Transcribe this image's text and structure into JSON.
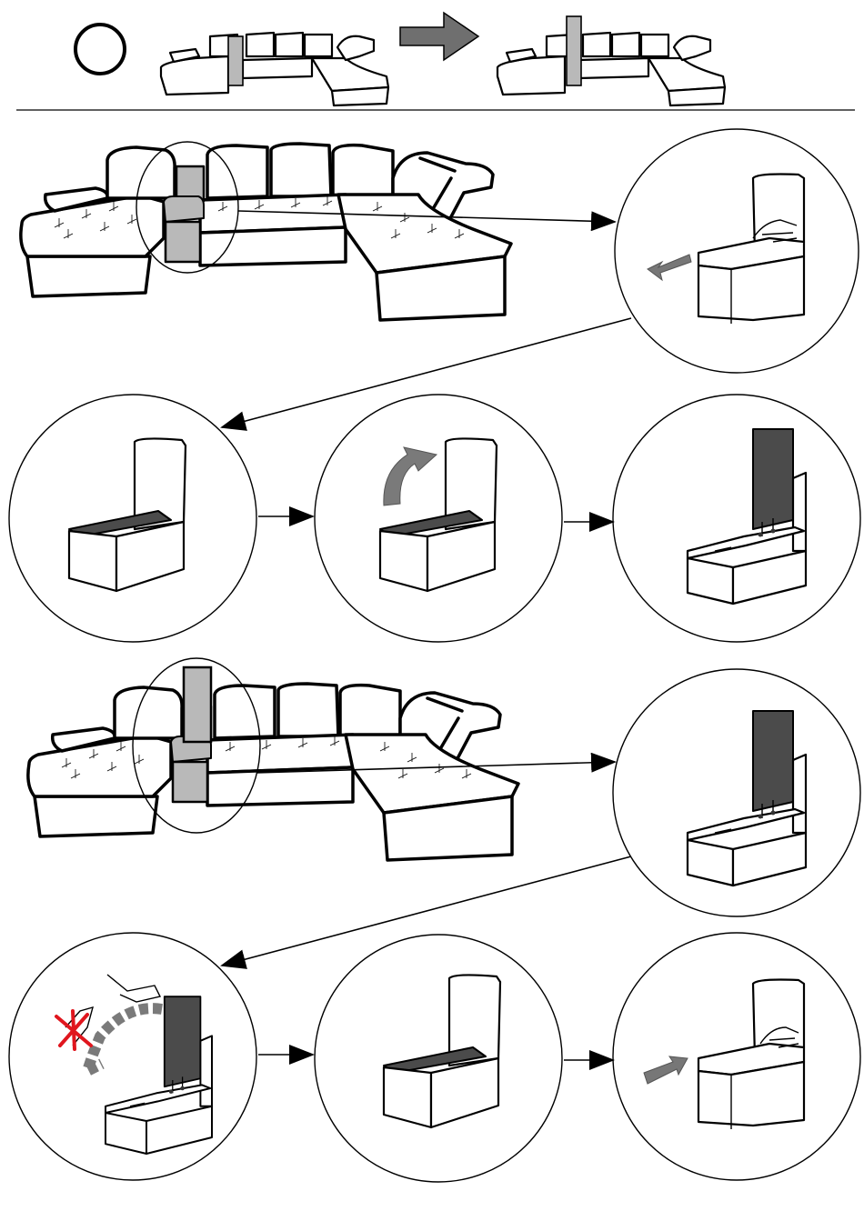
{
  "figure": {
    "kind": "assembly-instruction",
    "step_marker": "empty-circle",
    "colors": {
      "line": "#000000",
      "background": "#ffffff",
      "highlight_module": "#b9b9b9",
      "seat_panel": "#4b4b4b",
      "motion_arrow": "#7a7a7a",
      "prohibition_mark": "#e0161e"
    },
    "icons": [
      "circle-icon",
      "right-arrow-icon",
      "curved-arrow-icon",
      "pull-arrow-icon",
      "push-arrow-icon",
      "hand-icon",
      "prohibited-hand-icon"
    ],
    "panels": [
      "sofa-overview-before-after",
      "sofa-module-highlight-1",
      "pull-seat-cushion",
      "cushion-removed",
      "lift-seat-board",
      "board-raised",
      "sofa-module-highlight-2",
      "board-raised-repeat",
      "lower-board-caution",
      "board-lowered",
      "replace-seat-cushion"
    ]
  }
}
